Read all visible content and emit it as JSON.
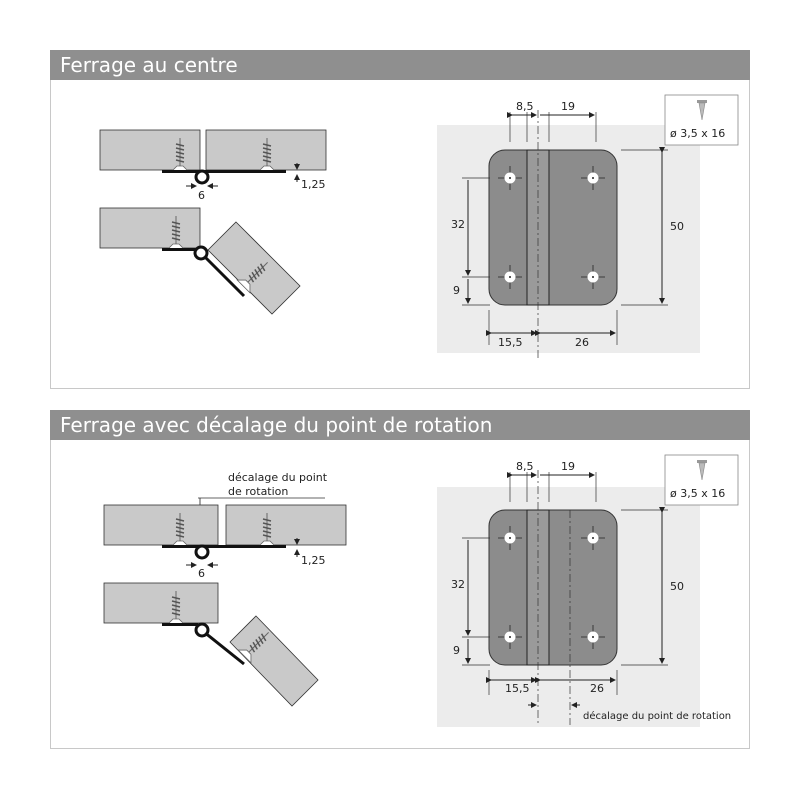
{
  "sections": [
    {
      "title": "Ferrage au centre",
      "dims": {
        "gap": "6",
        "thickness": "1,25",
        "d85": "8,5",
        "d19": "19",
        "d32": "32",
        "d9": "9",
        "d50": "50",
        "d155": "15,5",
        "d26": "26"
      },
      "screw": "ø 3,5 x 16"
    },
    {
      "title": "Ferrage avec décalage du point de rotation",
      "dims": {
        "gap": "6",
        "thickness": "1,25",
        "d85": "8,5",
        "d19": "19",
        "d32": "32",
        "d9": "9",
        "d50": "50",
        "d155": "15,5",
        "d26": "26"
      },
      "screw": "ø 3,5 x 16",
      "offset_label_line1": "décalage du point",
      "offset_label_line2": "de rotation",
      "offset_label": "décalage du point de rotation"
    }
  ],
  "colors": {
    "header": "#8f8f8f",
    "board": "#c9c9c9",
    "hinge": "#8c8c8c",
    "background": "#ececec"
  }
}
